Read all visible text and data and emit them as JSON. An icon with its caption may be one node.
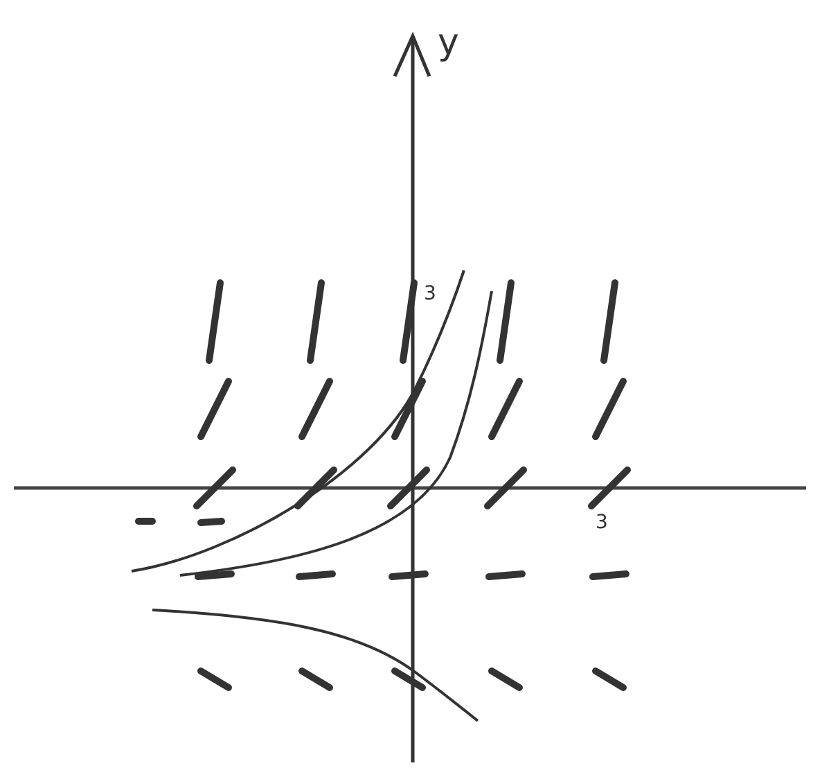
{
  "diagram": {
    "labels": [
      "y",
      "3",
      "3"
    ]
  }
}
